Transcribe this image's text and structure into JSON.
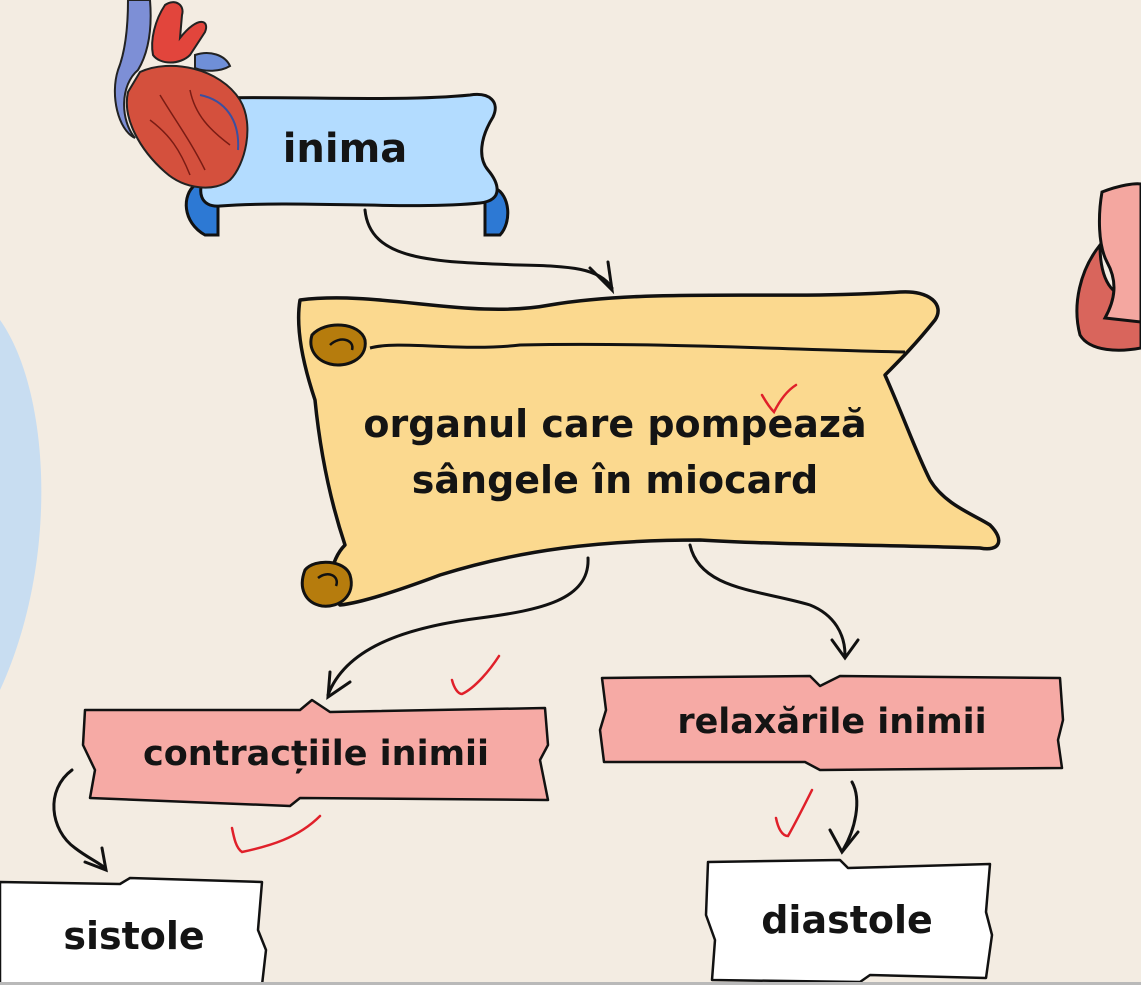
{
  "nodes": {
    "inima": "inima",
    "definition_line1": "organul care pompează",
    "definition_line2": "sângele în miocard",
    "contractii": "contracțiile inimii",
    "relaxari": "relaxările inimii",
    "sistole": "sistole",
    "diastole": "diastole"
  },
  "icons": [
    "heart-illustration",
    "scroll-icon",
    "check-mark-icon"
  ],
  "colors": {
    "background": "#f3ece2",
    "banner_blue": "#b3dcff",
    "scroll_yellow": "#fbd98f",
    "box_pink": "#f6aaa5",
    "box_white": "#ffffff",
    "check_red": "#e0202a"
  }
}
